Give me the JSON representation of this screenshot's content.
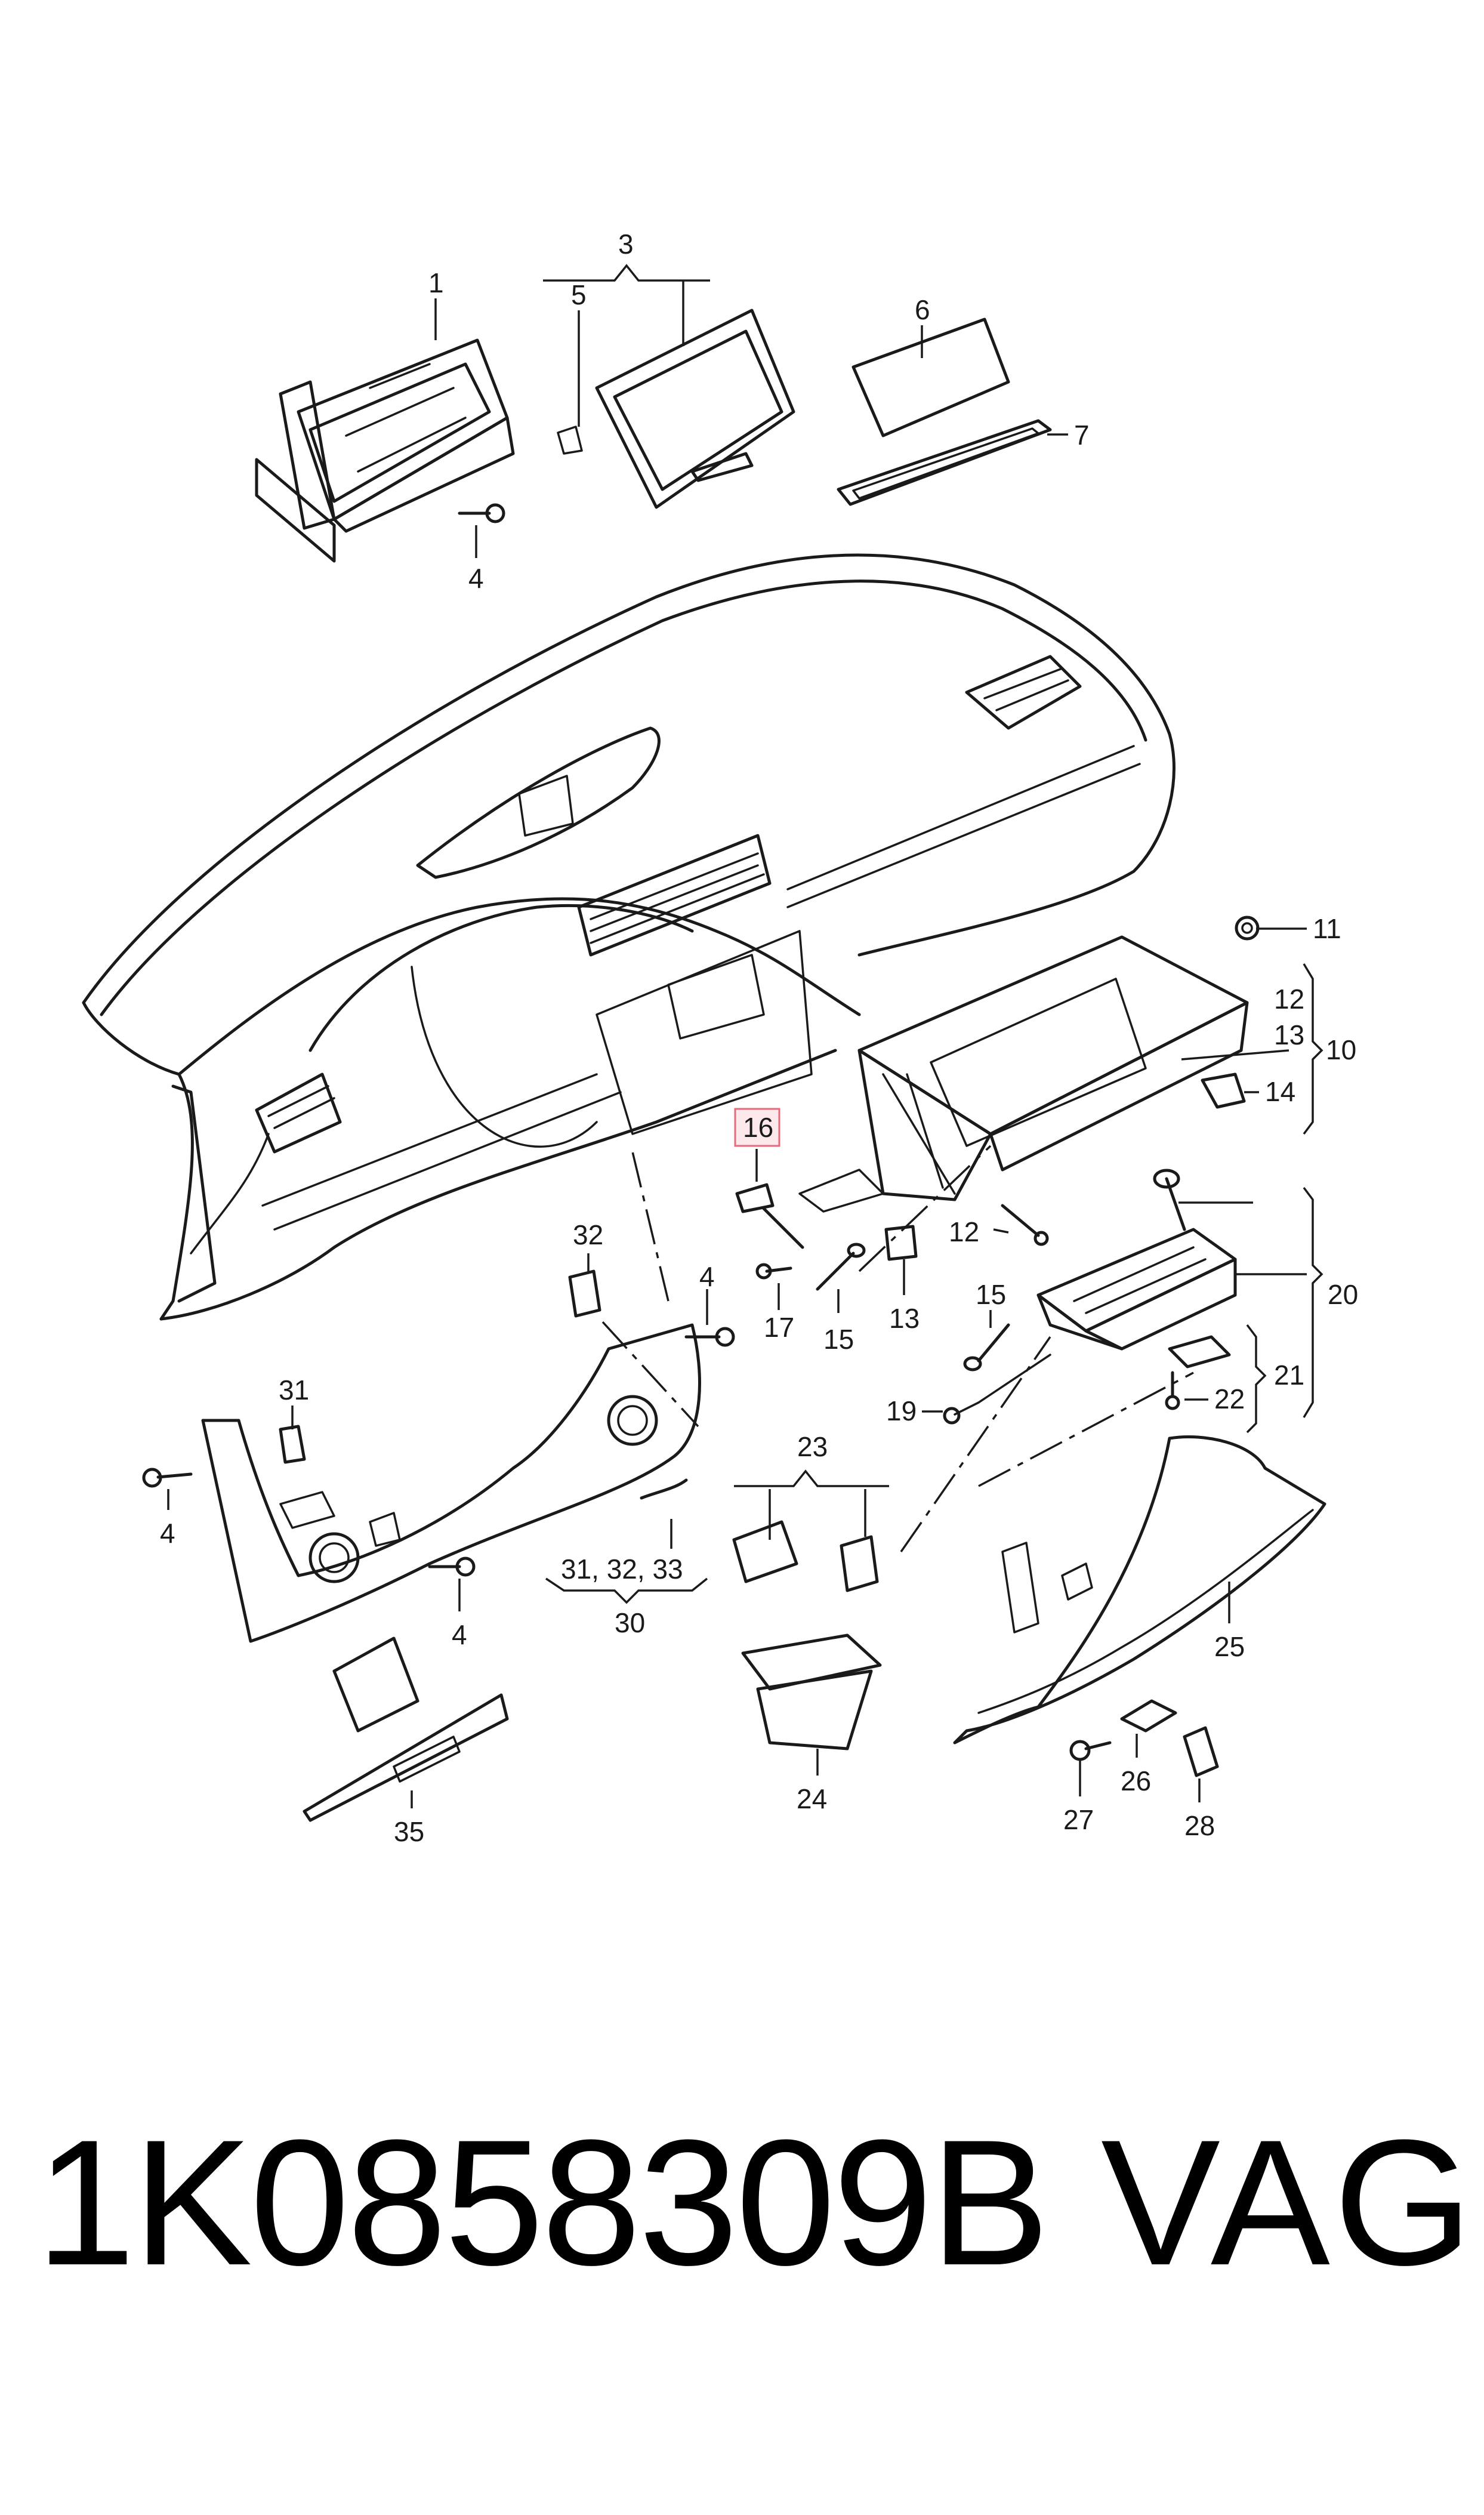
{
  "diagram": {
    "callouts": [
      "1",
      "3",
      "5",
      "6",
      "7",
      "4",
      "11",
      "12",
      "13",
      "10",
      "14",
      "16",
      "12",
      "32",
      "4",
      "17",
      "15",
      "13",
      "15",
      "20",
      "31",
      "19",
      "21",
      "22",
      "4",
      "23",
      "4",
      "31, 32, 33",
      "30",
      "25",
      "24",
      "35",
      "27",
      "26",
      "28"
    ],
    "highlighted_callout": "16"
  },
  "footer": {
    "part_number": "1K0858309B",
    "brand": "VAG"
  }
}
